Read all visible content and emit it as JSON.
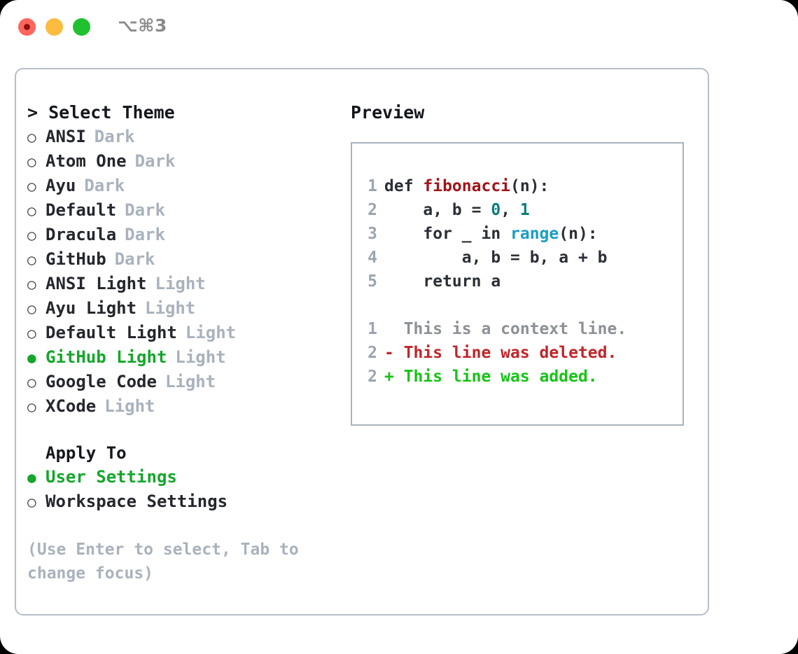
{
  "titlebar": {
    "shortcut": "⌥⌘3",
    "dots": [
      {
        "name": "close",
        "color": "#ff655c"
      },
      {
        "name": "minimize",
        "color": "#fdbc40"
      },
      {
        "name": "maximize",
        "color": "#1fc12f"
      }
    ]
  },
  "left": {
    "section_title": "> Select Theme",
    "themes": [
      {
        "bullet": "○",
        "name": "ANSI",
        "variant": "Dark",
        "selected": false
      },
      {
        "bullet": "○",
        "name": "Atom One",
        "variant": "Dark",
        "selected": false
      },
      {
        "bullet": "○",
        "name": "Ayu",
        "variant": "Dark",
        "selected": false
      },
      {
        "bullet": "○",
        "name": "Default",
        "variant": "Dark",
        "selected": false
      },
      {
        "bullet": "○",
        "name": "Dracula",
        "variant": "Dark",
        "selected": false
      },
      {
        "bullet": "○",
        "name": "GitHub",
        "variant": "Dark",
        "selected": false
      },
      {
        "bullet": "○",
        "name": "ANSI Light",
        "variant": "Light",
        "selected": false
      },
      {
        "bullet": "○",
        "name": "Ayu Light",
        "variant": "Light",
        "selected": false
      },
      {
        "bullet": "○",
        "name": "Default Light",
        "variant": "Light",
        "selected": false
      },
      {
        "bullet": "●",
        "name": "GitHub Light",
        "variant": "Light",
        "selected": true
      },
      {
        "bullet": "○",
        "name": "Google Code",
        "variant": "Light",
        "selected": false
      },
      {
        "bullet": "○",
        "name": "XCode",
        "variant": "Light",
        "selected": false
      }
    ],
    "apply_to_title": "Apply To",
    "apply_options": [
      {
        "bullet": "●",
        "label": "User Settings",
        "selected": true
      },
      {
        "bullet": "○",
        "label": "Workspace Settings",
        "selected": false
      }
    ],
    "hint": "(Use Enter to select, Tab to change focus)"
  },
  "right": {
    "preview_title": "Preview",
    "code_lines": [
      {
        "no": "1",
        "segments": [
          {
            "text": "def ",
            "tok": "plain"
          },
          {
            "text": "fibonacci",
            "tok": "fn"
          },
          {
            "text": "(n):",
            "tok": "plain"
          }
        ]
      },
      {
        "no": "2",
        "segments": [
          {
            "text": "    a, b = ",
            "tok": "plain"
          },
          {
            "text": "0",
            "tok": "num"
          },
          {
            "text": ", ",
            "tok": "plain"
          },
          {
            "text": "1",
            "tok": "num"
          }
        ]
      },
      {
        "no": "3",
        "segments": [
          {
            "text": "    for _ in ",
            "tok": "plain"
          },
          {
            "text": "range",
            "tok": "call"
          },
          {
            "text": "(n):",
            "tok": "plain"
          }
        ]
      },
      {
        "no": "4",
        "segments": [
          {
            "text": "        a, b = b, a + b",
            "tok": "plain"
          }
        ]
      },
      {
        "no": "5",
        "segments": [
          {
            "text": "    return a",
            "tok": "plain"
          }
        ]
      }
    ],
    "diff_lines": [
      {
        "no": "1",
        "marker": " ",
        "text": "  This is a context line.",
        "kind": "ctx"
      },
      {
        "no": "2",
        "marker": "-",
        "text": "- This line was deleted.",
        "kind": "del"
      },
      {
        "no": "2",
        "marker": "+",
        "text": "+ This line was added.",
        "kind": "add"
      }
    ]
  },
  "colors": {
    "accent_green": "#15a62b",
    "diff_add": "#15c415",
    "diff_del": "#c0252a",
    "function": "#a1151a",
    "number": "#0d7d7d",
    "call": "#1a9ec4",
    "muted": "#a9b2bd",
    "border": "#b6bec9"
  }
}
